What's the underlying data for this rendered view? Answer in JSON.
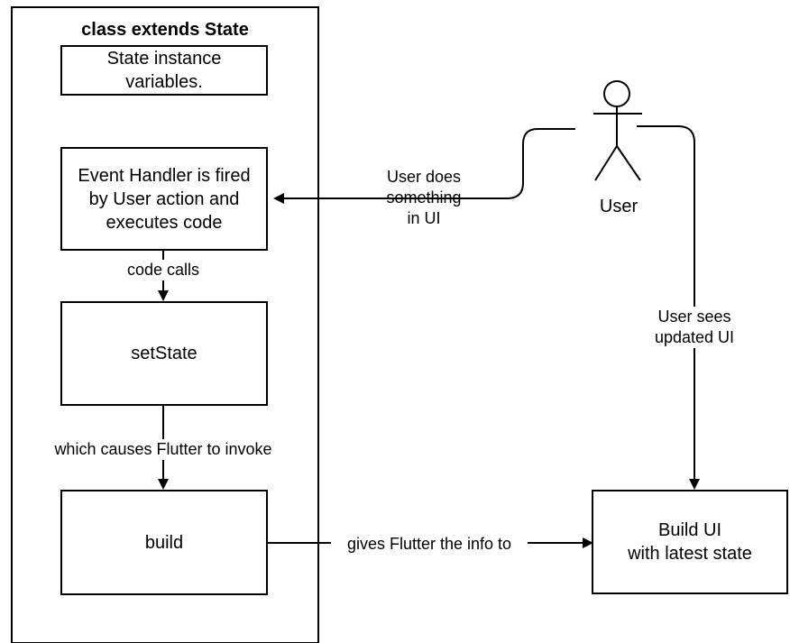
{
  "container": {
    "title": "class extends State"
  },
  "boxes": {
    "instance_vars": "State instance\nvariables.",
    "event_handler": "Event Handler is fired\nby User action and\nexecutes code",
    "set_state": "setState",
    "build": "build",
    "build_ui": "Build UI\nwith latest state"
  },
  "actor": {
    "label": "User"
  },
  "edges": {
    "user_does": "User does\nsomething\nin UI",
    "code_calls": "code calls",
    "causes_invoke": "which causes Flutter to invoke",
    "gives_info": "gives Flutter the info to",
    "user_sees": "User sees\nupdated UI"
  }
}
